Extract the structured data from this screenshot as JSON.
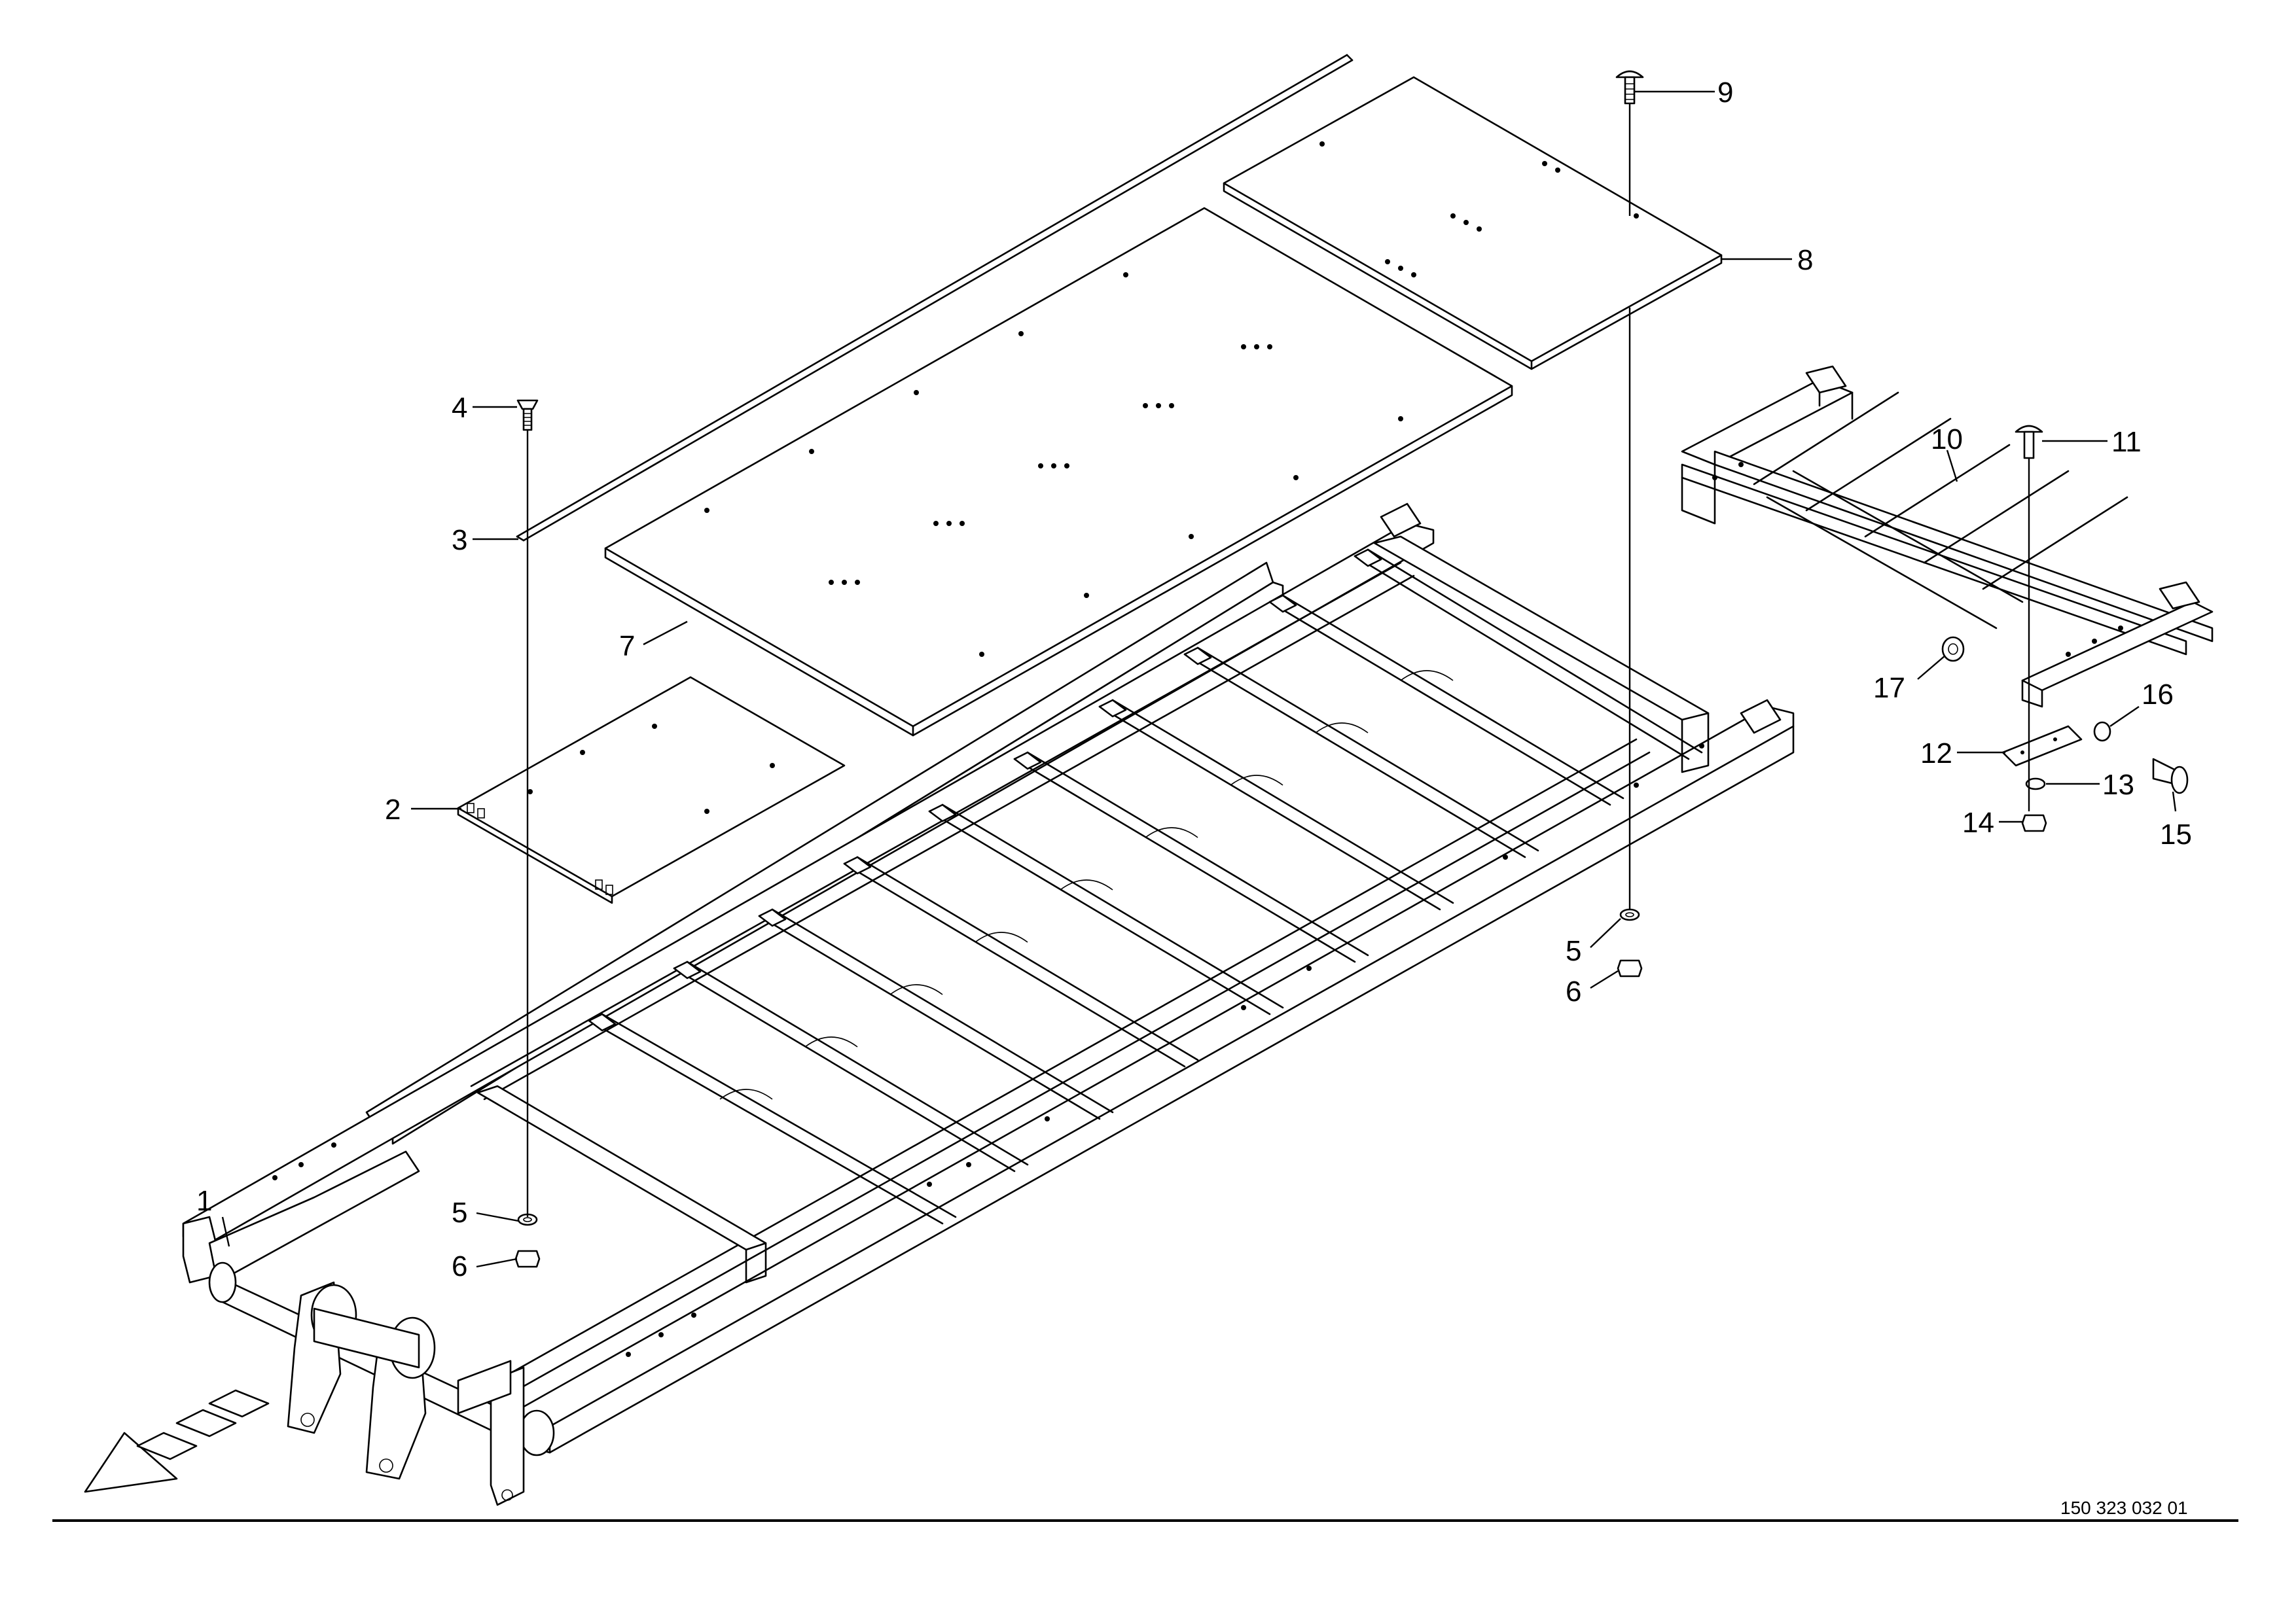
{
  "drawing_number": "150 323 032 01",
  "callouts": [
    {
      "id": "c1",
      "label": "1"
    },
    {
      "id": "c2",
      "label": "2"
    },
    {
      "id": "c3",
      "label": "3"
    },
    {
      "id": "c4",
      "label": "4"
    },
    {
      "id": "c5a",
      "label": "5"
    },
    {
      "id": "c5b",
      "label": "5"
    },
    {
      "id": "c6a",
      "label": "6"
    },
    {
      "id": "c6b",
      "label": "6"
    },
    {
      "id": "c7",
      "label": "7"
    },
    {
      "id": "c8",
      "label": "8"
    },
    {
      "id": "c9",
      "label": "9"
    },
    {
      "id": "c10",
      "label": "10"
    },
    {
      "id": "c11",
      "label": "11"
    },
    {
      "id": "c12",
      "label": "12"
    },
    {
      "id": "c13",
      "label": "13"
    },
    {
      "id": "c14",
      "label": "14"
    },
    {
      "id": "c15",
      "label": "15"
    },
    {
      "id": "c16",
      "label": "16"
    },
    {
      "id": "c17",
      "label": "17"
    }
  ],
  "icons": {
    "direction_arrow": "travel-direction-arrow-icon"
  }
}
